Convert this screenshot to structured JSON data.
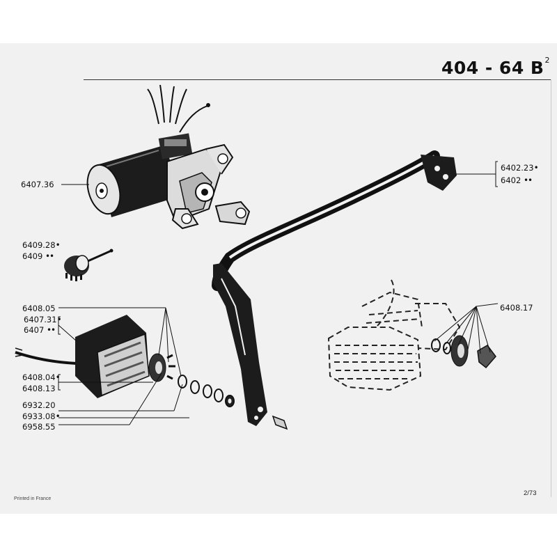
{
  "header": {
    "title": "404 - 64 B",
    "superscript": "2"
  },
  "labels": {
    "p640736": "6407.36",
    "p640928": "6409.28",
    "p6409": "6409",
    "p640805": "6408.05",
    "p640731": "6407.31",
    "p6407": "6407",
    "p640804": "6408.04",
    "p640813": "6408.13",
    "p693220": "6932.20",
    "p693308": "6933.08",
    "p695855": "6958.55",
    "p640223": "6402.23",
    "p6402": "6402",
    "p640817": "6408.17"
  },
  "markers": {
    "single": "•",
    "double": "••"
  },
  "footer": {
    "printed": "Printed in France",
    "page": "2/73"
  }
}
